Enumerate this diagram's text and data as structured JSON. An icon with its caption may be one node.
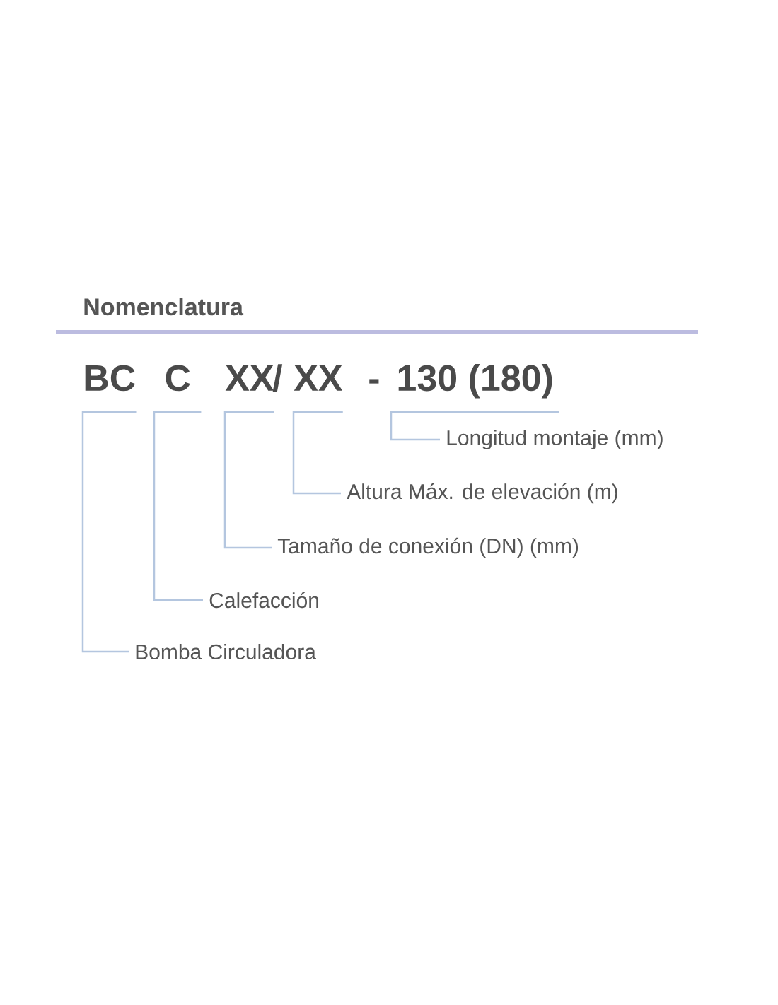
{
  "diagram": {
    "title": "Nomenclatura",
    "nodes": [
      {
        "text": [
          "BC"
        ]
      },
      {
        "text": [
          "C"
        ]
      },
      {
        "text": [
          "XX"
        ]
      },
      {
        "text": [
          "XX"
        ]
      },
      {
        "text": [
          "130 (180)"
        ]
      },
      {
        "text": [
          "Longitud montaje (mm)"
        ]
      },
      {
        "text": [
          "Altura Máx. de elevación (m)"
        ]
      },
      {
        "text": [
          "Tamaño de conexión (DN) (mm)"
        ]
      },
      {
        "text": [
          "Calefacción"
        ]
      },
      {
        "text": [
          "Bomba Circuladora"
        ]
      }
    ],
    "edges": [
      {
        "from": 5,
        "to": 4,
        "arrow": "none"
      },
      {
        "from": 6,
        "to": 3,
        "arrow": "none"
      },
      {
        "from": 7,
        "to": 2,
        "arrow": "none"
      },
      {
        "from": 8,
        "to": 1,
        "arrow": "none"
      },
      {
        "from": 9,
        "to": 0,
        "arrow": "none"
      }
    ],
    "labels": [
      "/",
      "-"
    ]
  }
}
